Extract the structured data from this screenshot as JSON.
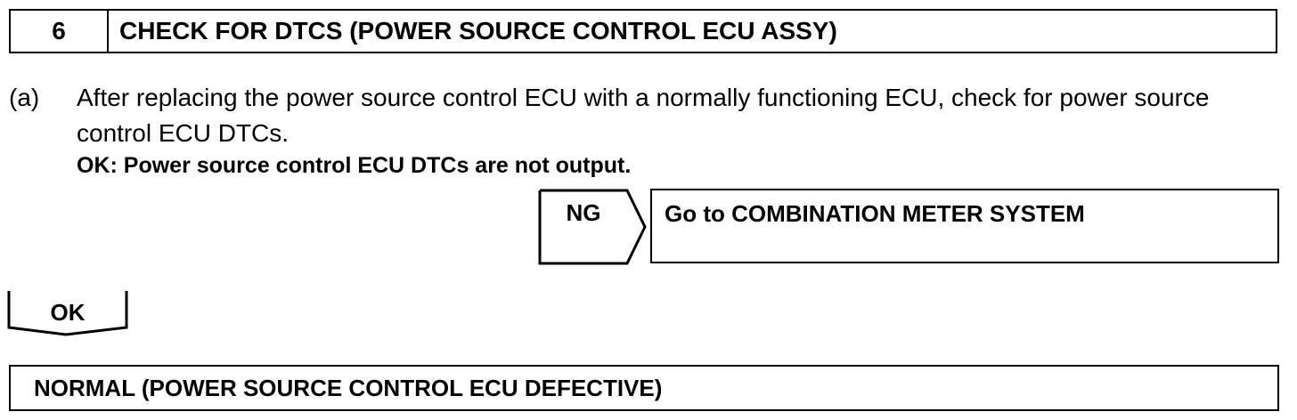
{
  "step": {
    "number": "6",
    "title": "CHECK FOR DTCS (POWER SOURCE CONTROL ECU ASSY)"
  },
  "instruction": {
    "marker": "(a)",
    "text": "After replacing the power source control ECU with a normally functioning ECU, check for power source control ECU DTCs.",
    "ok_criterion": "OK: Power source control ECU DTCs are not output."
  },
  "ng_branch": {
    "label": "NG",
    "result": "Go to COMBINATION METER SYSTEM"
  },
  "ok_branch": {
    "label": "OK"
  },
  "final_result": {
    "text": "NORMAL (POWER SOURCE CONTROL ECU DEFECTIVE)"
  }
}
